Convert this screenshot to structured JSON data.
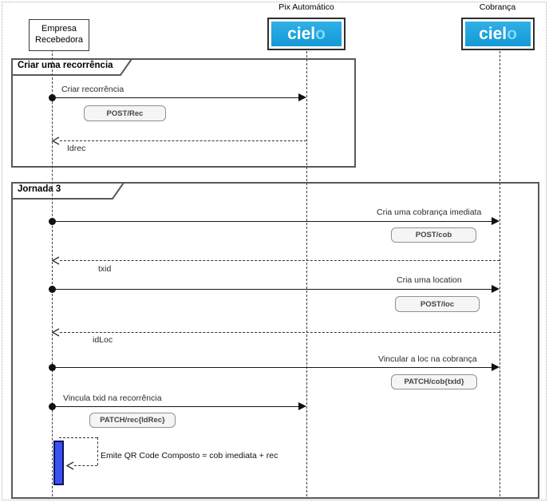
{
  "diagram": {
    "participants": {
      "empresa": {
        "name_line1": "Empresa",
        "name_line2": "Recebedora"
      },
      "pix": {
        "label": "Pix Automático",
        "logo_main": "ciel",
        "logo_o": "o"
      },
      "cobranca": {
        "label": "Cobrança",
        "logo_main": "ciel",
        "logo_o": "o"
      }
    },
    "frames": {
      "criar_recorrencia": {
        "title": "Criar uma recorrência"
      },
      "jornada3": {
        "title": "Jornada 3"
      }
    },
    "messages": {
      "criar_recorrencia": {
        "label": "Criar recorrência",
        "endpoint": "POST/Rec"
      },
      "retorno_idrec": {
        "label": "Idrec"
      },
      "cria_cobranca_imediata": {
        "label": "Cria uma cobrança imediata",
        "endpoint": "POST/cob"
      },
      "retorno_txid": {
        "label": "txid"
      },
      "cria_location": {
        "label": "Cria uma location",
        "endpoint": "POST/loc"
      },
      "retorno_idloc": {
        "label": "idLoc"
      },
      "vincular_loc_cobranca": {
        "label": "Vincular a loc na cobrança",
        "endpoint": "PATCH/cob{txId}"
      },
      "vincula_txid_recorrencia": {
        "label": "Vincula txid na recorrência",
        "endpoint": "PATCH/rec{IdRec}"
      },
      "emite_qr_code": {
        "label": "Emite QR Code Composto = cob imediata + rec"
      }
    }
  },
  "colors": {
    "brand-blue": "#1499d6",
    "brand-blue-light": "#2fb0e5",
    "logo-o": "#7fd8f0",
    "activation-fill": "#3a53ee",
    "activation-border": "#0d1060",
    "frame-border": "#595959"
  }
}
